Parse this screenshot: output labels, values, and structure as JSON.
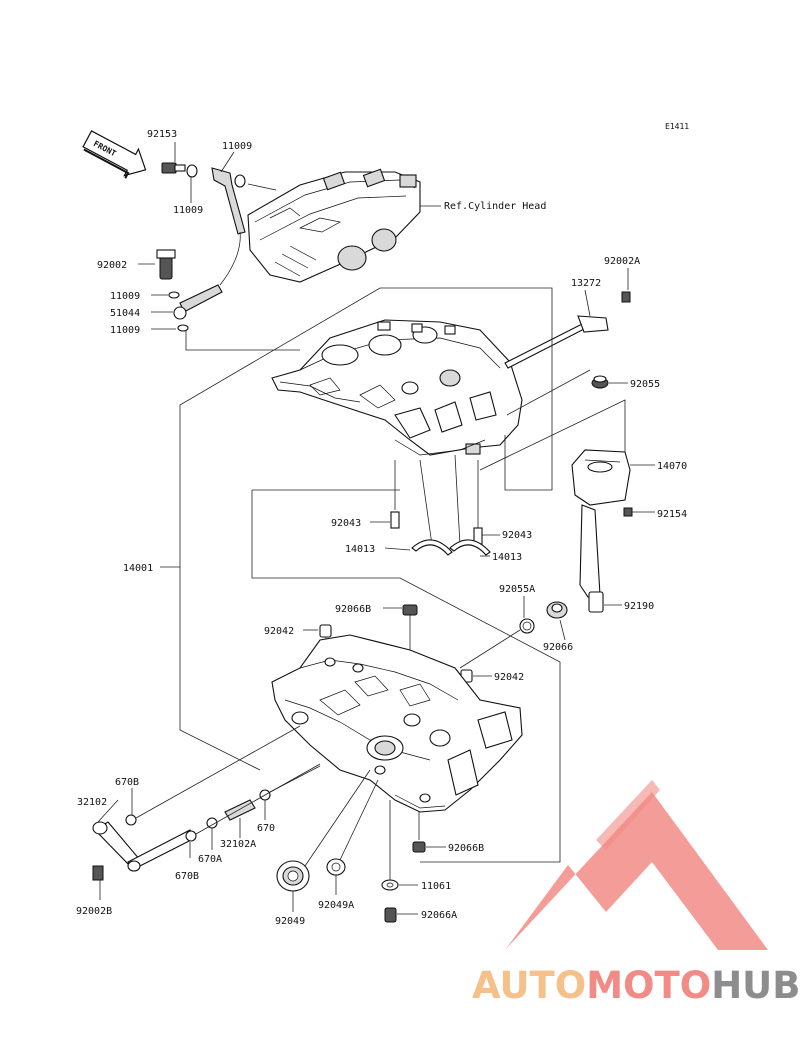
{
  "diagram": {
    "figure_code": "E1411",
    "front_arrow_text": "FRONT",
    "ref_text": "Ref.Cylinder Head",
    "labels": {
      "p92153": "92153",
      "p11009_a": "11009",
      "p11009_b": "11009",
      "p92002": "92002",
      "p11009_c": "11009",
      "p51044": "51044",
      "p11009_d": "11009",
      "p92002A": "92002A",
      "p13272": "13272",
      "p92055": "92055",
      "p14070": "14070",
      "p92154": "92154",
      "p92043_l": "92043",
      "p92043_r": "92043",
      "p14013_l": "14013",
      "p14013_r": "14013",
      "p14001": "14001",
      "p92055A": "92055A",
      "p92066": "92066",
      "p92190": "92190",
      "p92066B_top": "92066B",
      "p92042_l": "92042",
      "p92042_r": "92042",
      "p670B_top": "670B",
      "p32102": "32102",
      "p670": "670",
      "p32102A": "32102A",
      "p670A": "670A",
      "p670B_bot": "670B",
      "p92002B": "92002B",
      "p92049": "92049",
      "p92049A": "92049A",
      "p92066B_bot": "92066B",
      "p11061": "11061",
      "p92066A": "92066A"
    }
  },
  "watermark": {
    "part1": "AUTO",
    "part2": "MOTO",
    "part3": "HUB",
    "color_auto": "#f5c089",
    "color_moto": "#f28b86",
    "color_hub": "#8d8d8d",
    "color_triangle": "#f28b86"
  }
}
